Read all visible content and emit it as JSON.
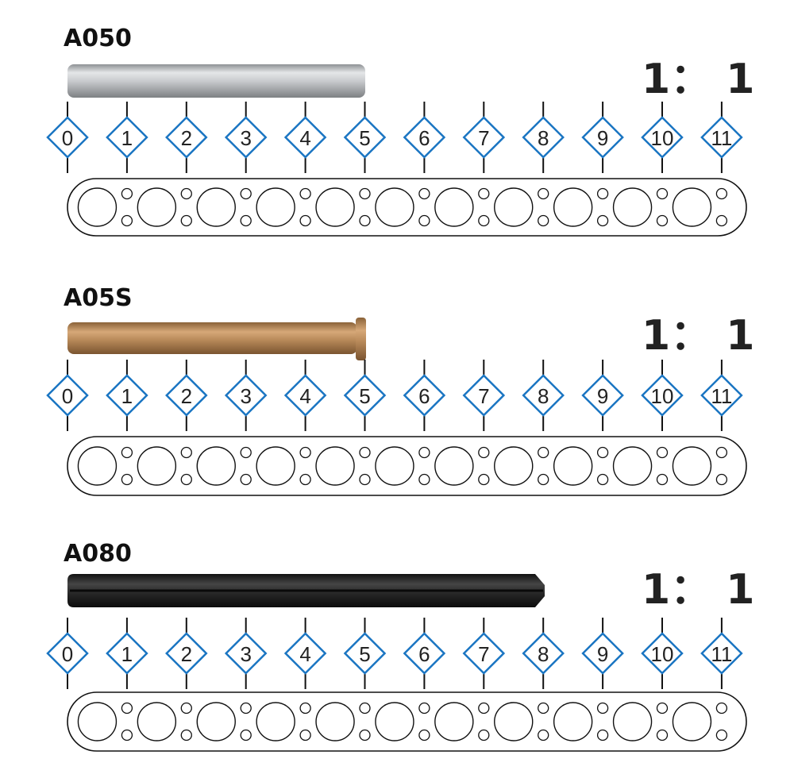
{
  "colors": {
    "diamond_stroke": "#1a75c2",
    "tick": "#111111",
    "beam_outline": "#111111",
    "rod_silver": "#bfc1c4",
    "rod_tan": "#b98a5a",
    "rod_black": "#2a2a2a"
  },
  "ruler": {
    "numbers": [
      "0",
      "1",
      "2",
      "3",
      "4",
      "5",
      "6",
      "7",
      "8",
      "9",
      "10",
      "11"
    ]
  },
  "parts": [
    {
      "label": "A050",
      "scale": "1： 1",
      "length_units": 5,
      "finish": "silver",
      "has_flange": false,
      "has_groove": false
    },
    {
      "label": "A05S",
      "scale": "1： 1",
      "length_units": 5,
      "finish": "tan",
      "has_flange": true,
      "has_groove": false
    },
    {
      "label": "A080",
      "scale": "1： 1",
      "length_units": 8,
      "finish": "black",
      "has_flange": false,
      "has_groove": true
    }
  ]
}
